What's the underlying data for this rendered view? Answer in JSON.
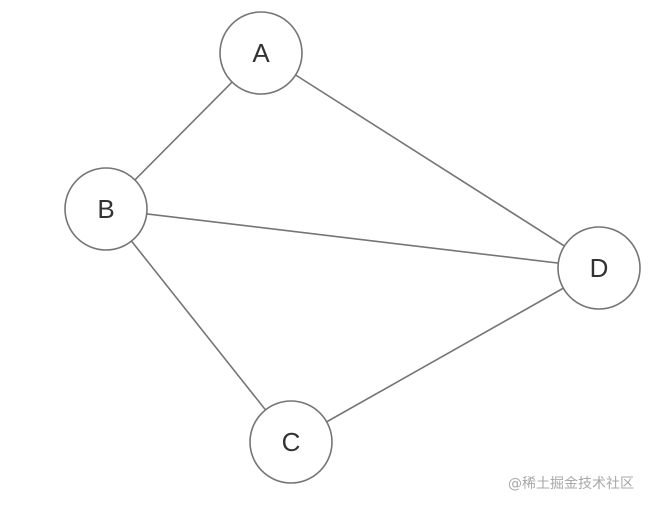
{
  "diagram": {
    "type": "undirected-graph",
    "nodes": [
      {
        "id": "A",
        "label": "A"
      },
      {
        "id": "B",
        "label": "B"
      },
      {
        "id": "C",
        "label": "C"
      },
      {
        "id": "D",
        "label": "D"
      }
    ],
    "edges": [
      {
        "from": "A",
        "to": "B"
      },
      {
        "from": "A",
        "to": "D"
      },
      {
        "from": "B",
        "to": "D"
      },
      {
        "from": "B",
        "to": "C"
      },
      {
        "from": "C",
        "to": "D"
      }
    ],
    "colors": {
      "stroke": "#757575",
      "node_fill": "#ffffff",
      "label": "#333333",
      "watermark": "#a8a8a8"
    }
  },
  "watermark": {
    "text": "@稀土掘金技术社区"
  }
}
